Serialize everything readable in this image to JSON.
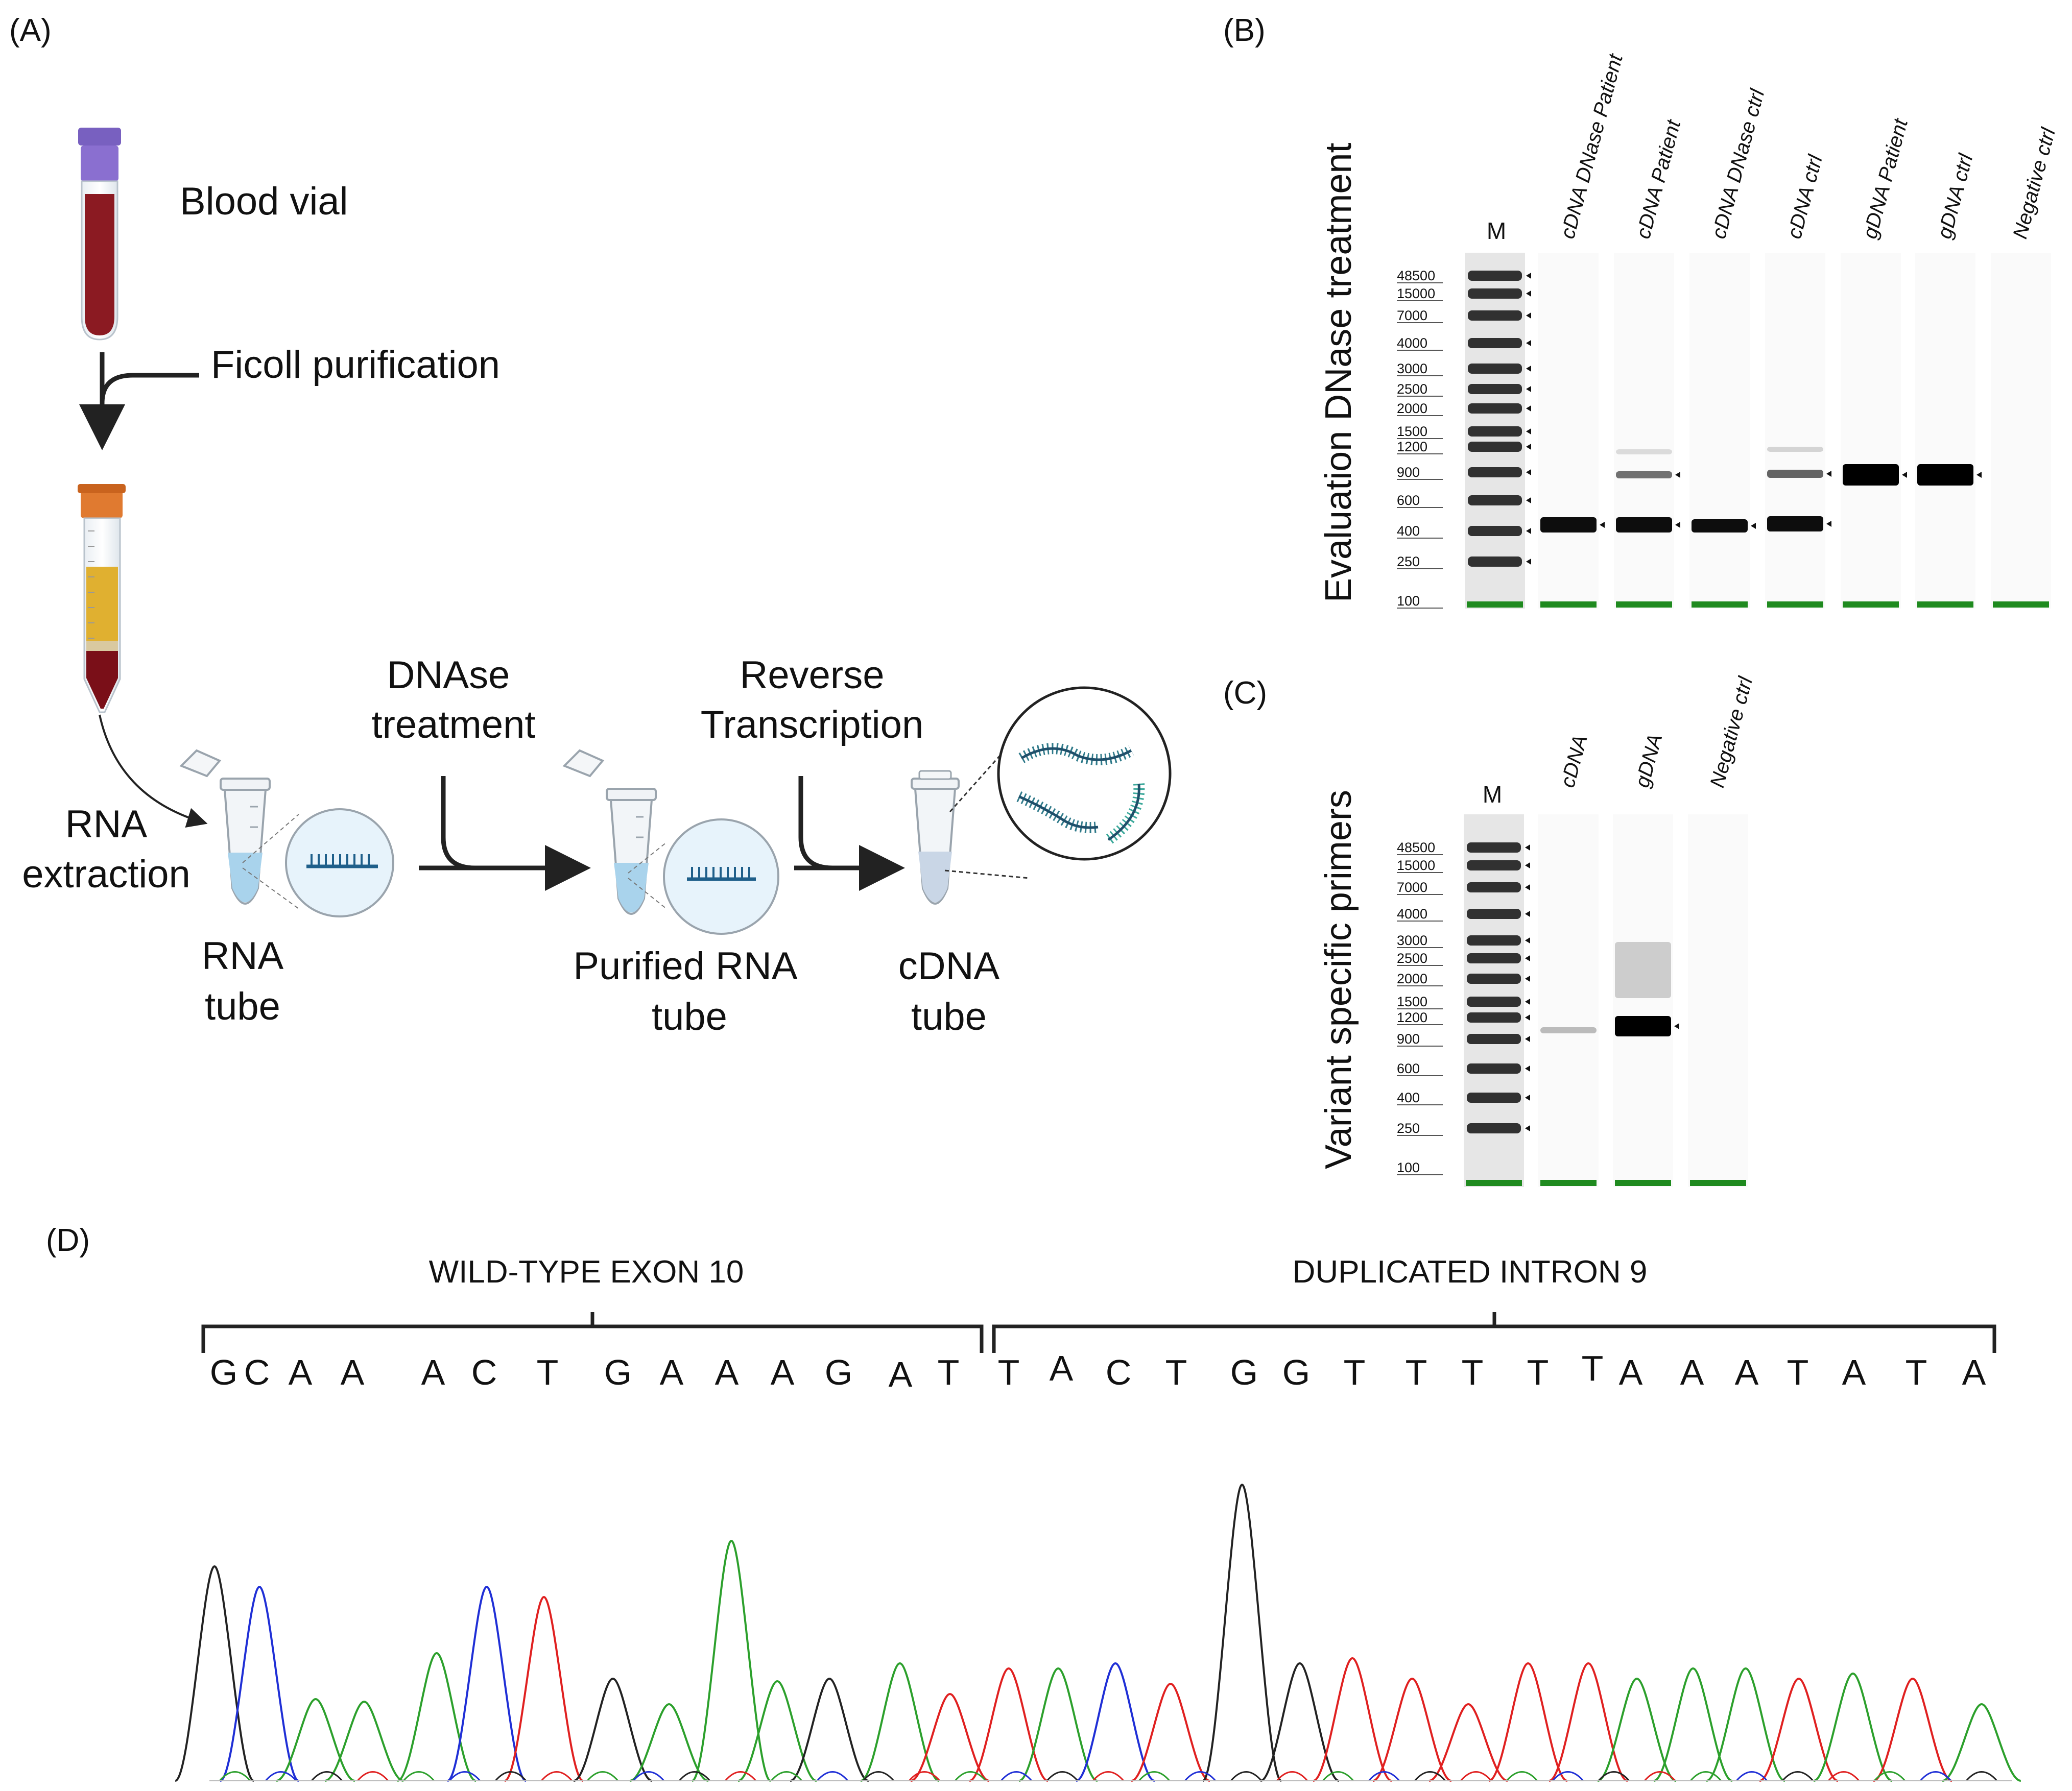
{
  "panelA": {
    "label": "(A)",
    "blood_vial": "Blood vial",
    "ficoll": "Ficoll purification",
    "rna_extraction": [
      "RNA",
      "extraction"
    ],
    "rna_tube": [
      "RNA",
      "tube"
    ],
    "dnase": [
      "DNAse",
      "treatment"
    ],
    "purified": [
      "Purified RNA",
      "tube"
    ],
    "rt": [
      "Reverse",
      "Transcription"
    ],
    "cdna_tube": [
      "cDNA",
      "tube"
    ]
  },
  "panelB": {
    "label": "(B)",
    "ylabel": "Evaluation DNase treatment",
    "marker_label": "M",
    "lanes": [
      "cDNA DNase Patient",
      "cDNA Patient",
      "cDNA DNase ctrl",
      "cDNA ctrl",
      "gDNA Patient",
      "gDNA ctrl",
      "Negative ctrl"
    ],
    "ladder": [
      "48500",
      "15000",
      "7000",
      "4000",
      "3000",
      "2500",
      "2000",
      "1500",
      "1200",
      "900",
      "600",
      "400",
      "250",
      "100"
    ]
  },
  "panelC": {
    "label": "(C)",
    "ylabel": "Variant specific primers",
    "marker_label": "M",
    "lanes": [
      "cDNA",
      "gDNA",
      "Negative ctrl"
    ],
    "ladder": [
      "48500",
      "15000",
      "7000",
      "4000",
      "3000",
      "2500",
      "2000",
      "1500",
      "1200",
      "900",
      "600",
      "400",
      "250",
      "100"
    ]
  },
  "panelD": {
    "label": "(D)",
    "left_bracket": "WILD-TYPE EXON 10",
    "right_bracket": "DUPLICATED INTRON 9",
    "bases": [
      "G",
      "C",
      "A",
      "A",
      "A",
      "C",
      "T",
      "G",
      "A",
      "A",
      "A",
      "G",
      "A",
      "T",
      "T",
      "A",
      "C",
      "T",
      "G",
      "G",
      "T",
      "T",
      "T",
      "T",
      "T",
      "A",
      "A",
      "A",
      "T",
      "A",
      "T",
      "A"
    ],
    "trace_colors": {
      "A": "#2ca02c",
      "C": "#1f2fd6",
      "G": "#222222",
      "T": "#e02020"
    }
  },
  "colors": {
    "arrow": "#222222",
    "loading_marker": "#1f8a1f",
    "tube_blood": "#8b1a22",
    "cap_purple": "#8a6fd0",
    "cap_orange": "#e07a30",
    "plasma": "#e0b030",
    "tube_liquid": "#a9d3ec",
    "circle_fill": "#e7f3fb",
    "dna_strand": "#1f5f8a",
    "cdna_green": "#3aa89a"
  }
}
